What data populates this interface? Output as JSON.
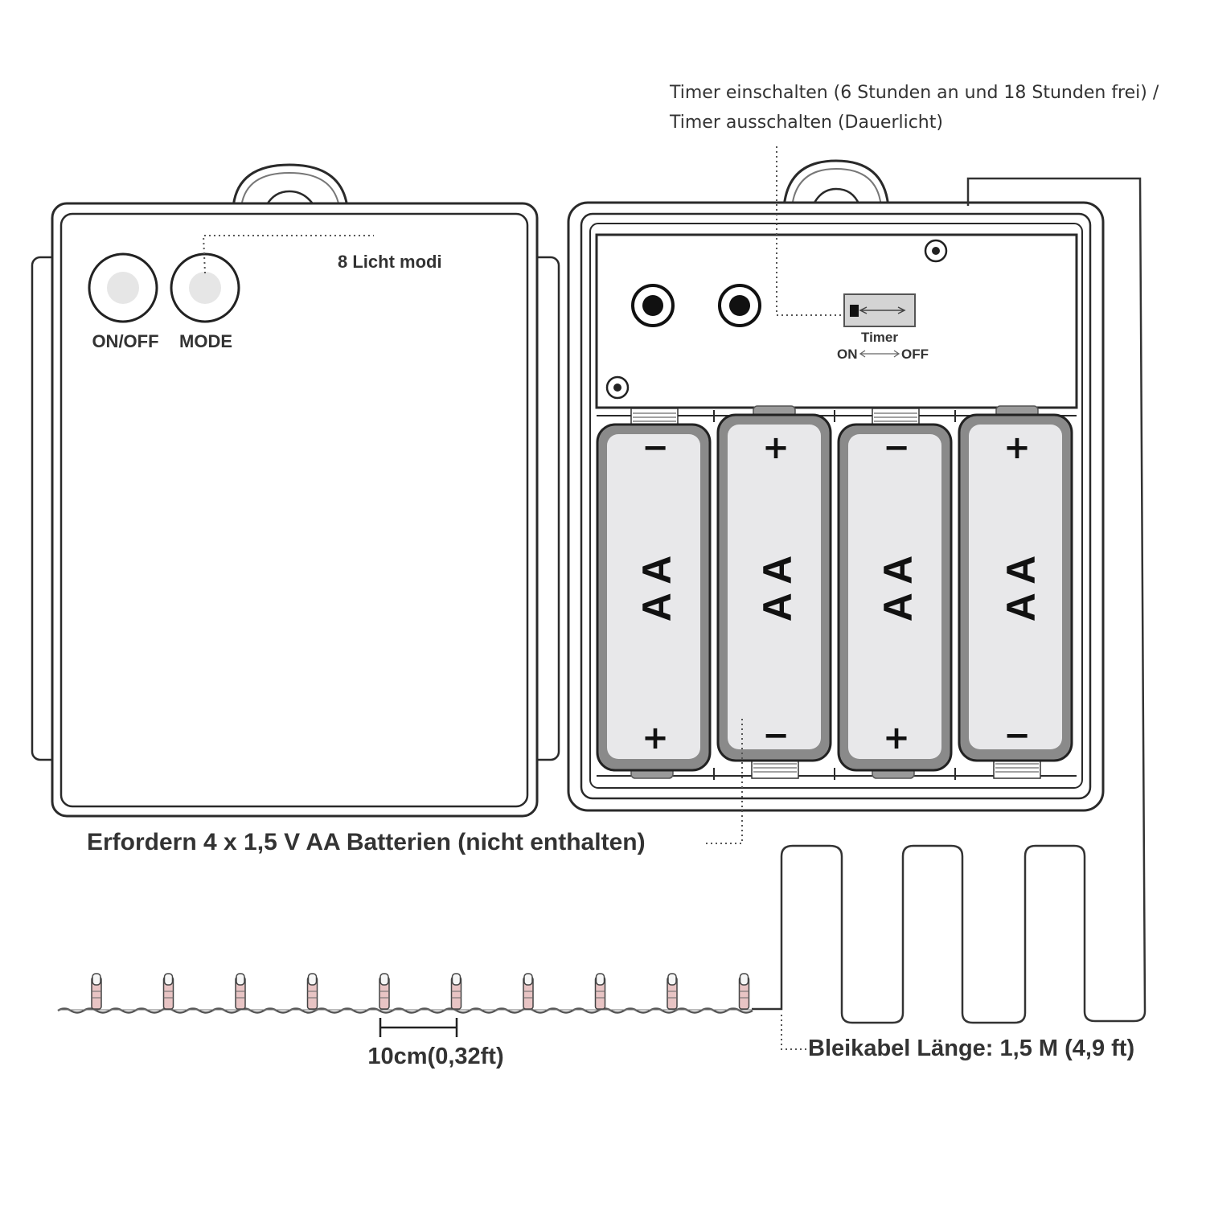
{
  "annotations": {
    "timer_note_line1": "Timer einschalten (6 Stunden an und 18 Stunden frei) /",
    "timer_note_line2": "Timer ausschalten (Dauerlicht)",
    "light_modes": "8 Licht modi",
    "batteries_note": "Erfordern 4 x 1,5 V AA Batterien (nicht enthalten)",
    "bulb_spacing": "10cm(0,32ft)",
    "lead_cable": "Bleikabel Länge: 1,5 M (4,9 ft)"
  },
  "front_panel": {
    "power_button_label": "ON/OFF",
    "mode_button_label": "MODE"
  },
  "battery_compartment": {
    "timer_switch": {
      "title": "Timer",
      "on_label": "ON",
      "off_label": "OFF",
      "state": "ON"
    },
    "batteries": [
      {
        "type": "A A",
        "top_polarity": "−",
        "bottom_polarity": "+"
      },
      {
        "type": "A A",
        "top_polarity": "+",
        "bottom_polarity": "−"
      },
      {
        "type": "A A",
        "top_polarity": "−",
        "bottom_polarity": "+"
      },
      {
        "type": "A A",
        "top_polarity": "+",
        "bottom_polarity": "−"
      }
    ]
  },
  "string_lights": {
    "bulb_count": 10,
    "bulb_color": "#e8c4c4"
  },
  "colors": {
    "outline": "#2a2a2a",
    "text": "#333333",
    "battery_body": "#e8e8ea",
    "battery_rim": "#8a8a8a"
  }
}
